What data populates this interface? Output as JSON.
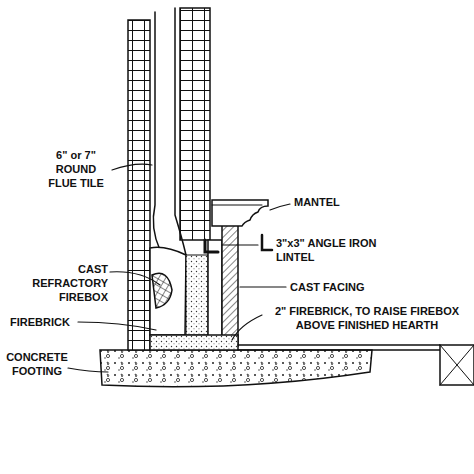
{
  "diagram": {
    "labels": [
      "MANTEL",
      "6\" or 7\" ROUND FLUE TILE",
      "3\"x3\" ANGLE IRON LINTEL",
      "CAST REFRACTORY FIREBOX",
      "CAST FACING",
      "FIREBRICK",
      "2\" FIREBRICK, TO RAISE FIREBOX ABOVE FINISHED HEARTH",
      "CONCRETE FOOTING"
    ]
  }
}
